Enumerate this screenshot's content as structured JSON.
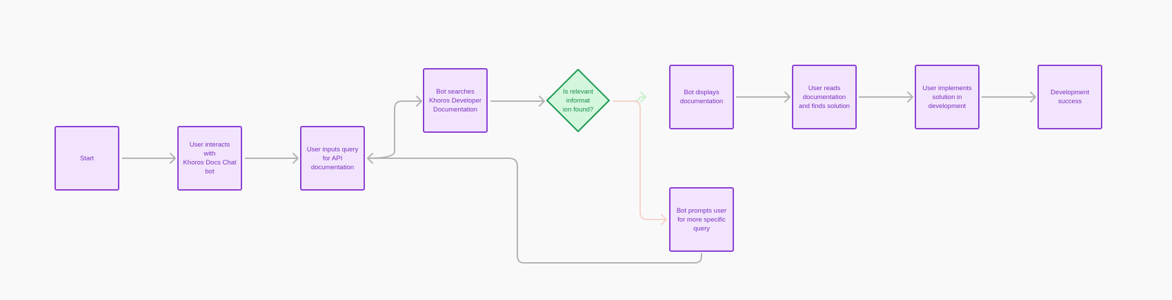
{
  "diagram": {
    "colors": {
      "background": "#f9f9f9",
      "process_fill": "#f2e4fc",
      "process_border": "#8b3fd4",
      "process_text": "#7a2fc0",
      "decision_fill": "#d3f6dc",
      "decision_border": "#1b9a52",
      "decision_text": "#1a8f4c",
      "edge": "#b3b3b3",
      "edge_yes": "#c8f0cc",
      "edge_no": "#f6d3cc"
    },
    "nodes": {
      "start": "Start",
      "interact": "User interacts with\nKhoros Docs Chat\nbot",
      "input_query": "User inputs query\nfor API\ndocumentation",
      "search": "Bot searches\nKhoros Developer\nDocumentation",
      "decision": "Is relevant\ninformat\nion found?",
      "display": "Bot displays\ndocumentation",
      "read": "User reads\ndocumentation\nand finds solution",
      "implement": "User implements\nsolution in\ndevelopment",
      "success": "Development\nsuccess",
      "prompt": "Bot prompts user\nfor more specific\nquery"
    },
    "edges": [
      {
        "from": "start",
        "to": "interact"
      },
      {
        "from": "interact",
        "to": "input_query"
      },
      {
        "from": "input_query",
        "to": "search"
      },
      {
        "from": "search",
        "to": "decision"
      },
      {
        "from": "decision",
        "to": "display",
        "kind": "yes"
      },
      {
        "from": "decision",
        "to": "prompt",
        "kind": "no"
      },
      {
        "from": "display",
        "to": "read"
      },
      {
        "from": "read",
        "to": "implement"
      },
      {
        "from": "implement",
        "to": "success"
      },
      {
        "from": "prompt",
        "to": "input_query"
      }
    ]
  }
}
